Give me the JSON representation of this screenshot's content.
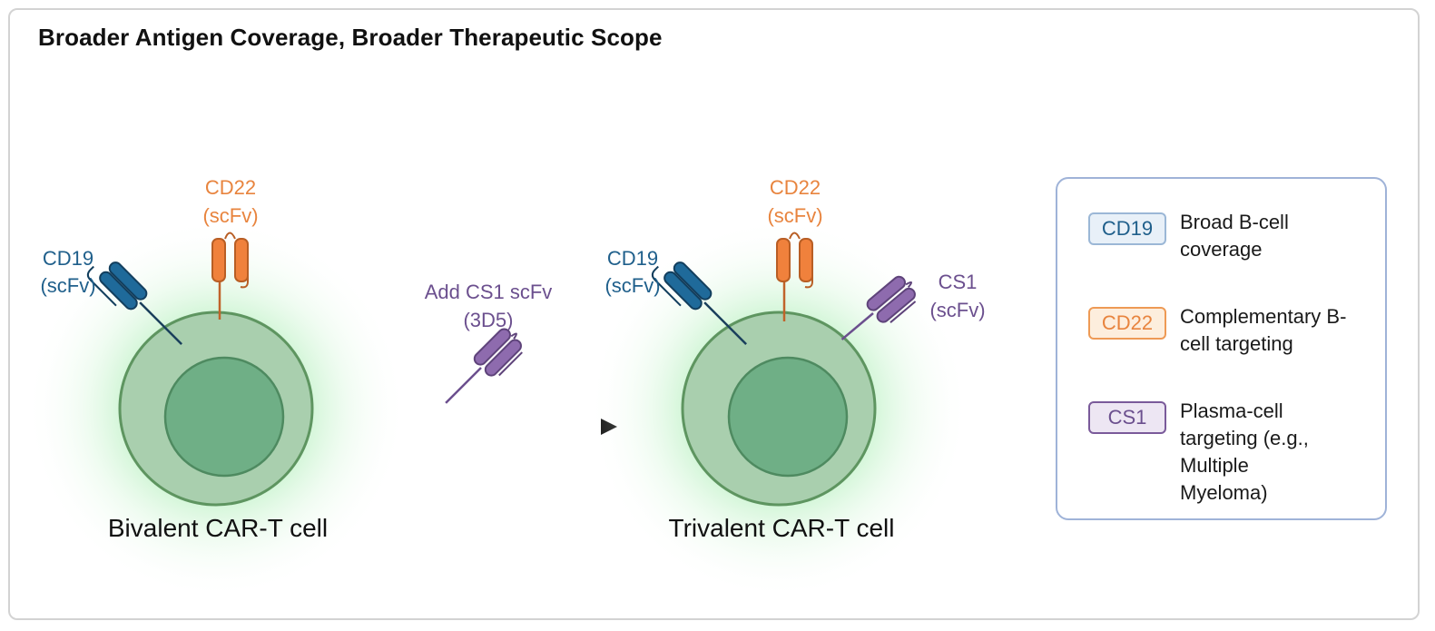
{
  "title": "Broader Antigen Coverage, Broader Therapeutic Scope",
  "colors": {
    "cd19": "#1f5f8b",
    "cd22": "#e8843e",
    "cs1": "#7a5a9a",
    "cell_outer": "#a9cfae",
    "cell_inner": "#6faf86",
    "cell_border": "#5e9560",
    "legend_border": "#9fb3d8"
  },
  "left_cell": {
    "caption": "Bivalent CAR-T cell",
    "cd19_label": [
      "CD19",
      "(scFv)"
    ],
    "cd22_label": [
      "CD22",
      "(scFv)"
    ]
  },
  "arrow": {
    "label": [
      "Add CS1 scFv",
      "(3D5)"
    ]
  },
  "right_cell": {
    "caption": "Trivalent CAR-T cell",
    "cd19_label": [
      "CD19",
      "(scFv)"
    ],
    "cd22_label": [
      "CD22",
      "(scFv)"
    ],
    "cs1_label": [
      "CS1",
      "(scFv)"
    ]
  },
  "legend": {
    "items": [
      {
        "badge": "CD19",
        "text": "Broad B-cell coverage",
        "badge_color": "#1f5f8b",
        "badge_bg": "#e8f0f8",
        "badge_border": "#9bb7d6"
      },
      {
        "badge": "CD22",
        "text": "Complementary B-cell targeting",
        "badge_color": "#e8843e",
        "badge_bg": "#fdeedd",
        "badge_border": "#ee9a55"
      },
      {
        "badge": "CS1",
        "text": "Plasma-cell targeting (e.g., Multiple Myeloma)",
        "badge_color": "#6b4f8e",
        "badge_bg": "#ede6f3",
        "badge_border": "#7a5a9a"
      }
    ]
  }
}
